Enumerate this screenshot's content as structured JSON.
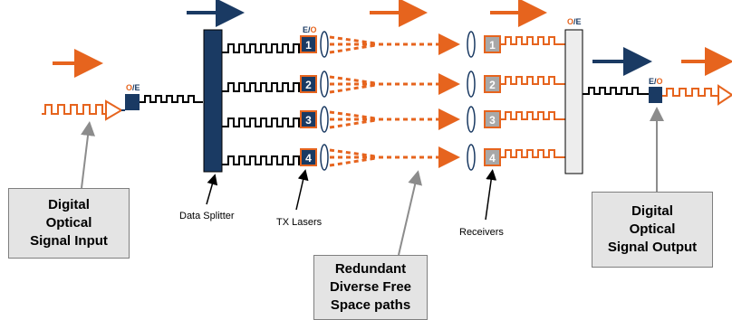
{
  "colors": {
    "optical": "#e6641e",
    "electrical": "#1a3a63",
    "splitter": "#1a3a63",
    "combiner": "#ededed",
    "receiver_gray": "#a8a8a8",
    "callout_fill": "#e4e4e4",
    "pointer_gray": "#8c8c8c"
  },
  "converters": {
    "input": {
      "o_letter": "O",
      "slash": "/",
      "e_letter": "E"
    },
    "tx": {
      "o_letter": "O",
      "slash": "/",
      "e_letter": "E"
    },
    "rx": {
      "o_letter": "O",
      "slash": "/",
      "e_letter": "E"
    },
    "output": {
      "o_letter": "O",
      "slash": "/",
      "e_letter": "E"
    }
  },
  "tx_lasers": [
    "1",
    "2",
    "3",
    "4"
  ],
  "receivers": [
    "1",
    "2",
    "3",
    "4"
  ],
  "labels": {
    "data_splitter": "Data Splitter",
    "tx_lasers": "TX Lasers",
    "receivers": "Receivers"
  },
  "callouts": {
    "input": [
      "Digital",
      "Optical",
      "Signal Input"
    ],
    "paths": [
      "Redundant",
      "Diverse Free",
      "Space paths"
    ],
    "output": [
      "Digital",
      "Optical",
      "Signal Output"
    ]
  }
}
